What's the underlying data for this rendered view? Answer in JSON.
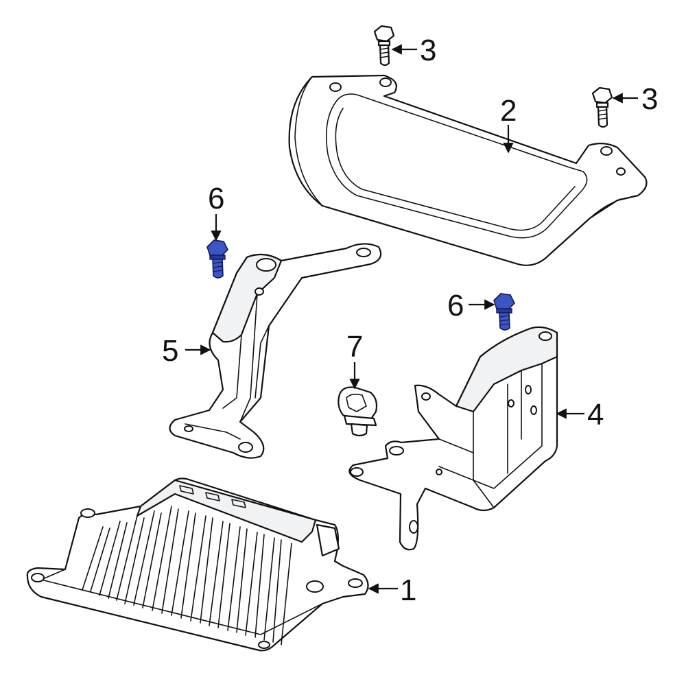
{
  "callouts": [
    {
      "id": "1",
      "label": "1",
      "part": "control module",
      "highlighted": false
    },
    {
      "id": "2",
      "label": "2",
      "part": "cover",
      "highlighted": false
    },
    {
      "id": "3a",
      "label": "3",
      "part": "bolt",
      "highlighted": false
    },
    {
      "id": "3b",
      "label": "3",
      "part": "bolt",
      "highlighted": false
    },
    {
      "id": "4",
      "label": "4",
      "part": "bracket",
      "highlighted": false
    },
    {
      "id": "5",
      "label": "5",
      "part": "bracket",
      "highlighted": false
    },
    {
      "id": "6a",
      "label": "6",
      "part": "bolt",
      "highlighted": true
    },
    {
      "id": "6b",
      "label": "6",
      "part": "bolt",
      "highlighted": true
    },
    {
      "id": "7",
      "label": "7",
      "part": "clip",
      "highlighted": false
    }
  ],
  "colors": {
    "line": "#111111",
    "background": "#ffffff",
    "highlight": "#3b56c4"
  }
}
